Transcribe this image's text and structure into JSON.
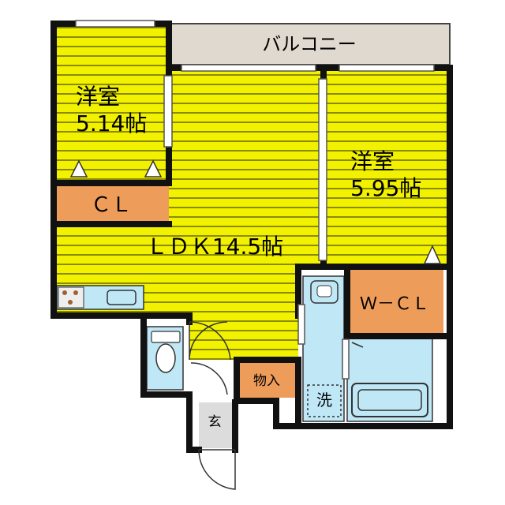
{
  "rooms": {
    "balcony": "バルコニー",
    "western_room_1": {
      "name": "洋室",
      "size": "5.14帖"
    },
    "western_room_2": {
      "name": "洋室",
      "size": "5.95帖"
    },
    "closet": "ＣＬ",
    "ldk": "ＬＤＫ14.5帖",
    "walk_in_closet": "Ｗ－ＣＬ",
    "storage": "物入",
    "washroom": "洗",
    "entrance": "玄"
  },
  "colors": {
    "floor_yellow": "#f2f200",
    "floor_stripe": "#8a8a00",
    "closet_orange": "#ee9c5a",
    "balcony_beige": "#e0d9cf",
    "water_blue": "#bfe7f5",
    "wall": "#111111",
    "entrance_gray": "#dcdcdc"
  }
}
